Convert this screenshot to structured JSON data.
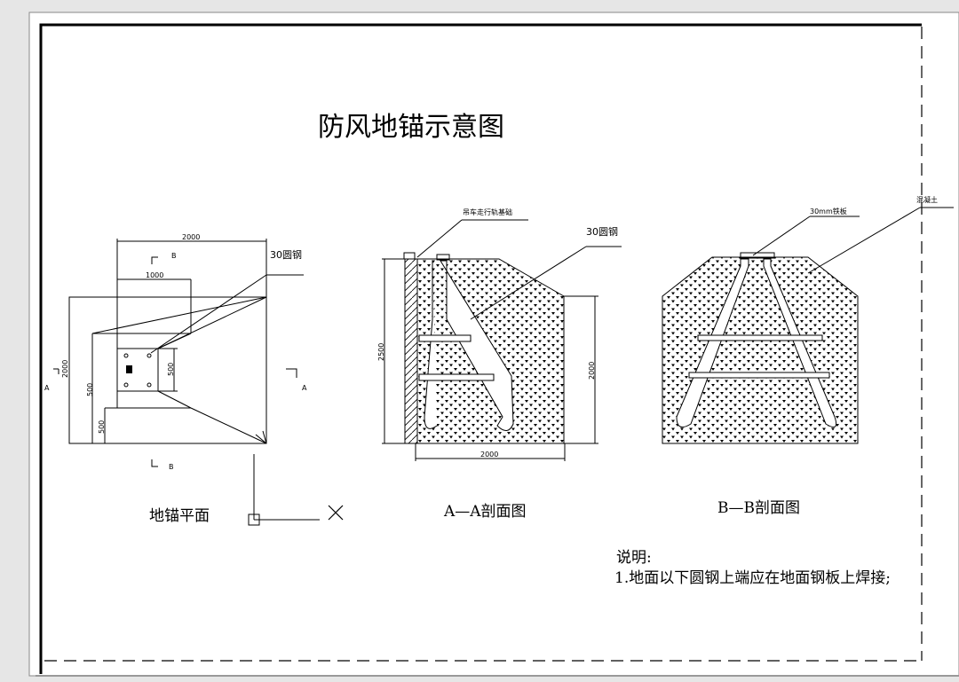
{
  "title": "防风地锚示意图",
  "plan": {
    "caption": "地锚平面",
    "dims": {
      "top_2000": "2000",
      "b_upper": "B",
      "b_lower": "B",
      "inner_1000": "1000",
      "left_2000": "2000",
      "left_500": "500",
      "left_500_low": "500",
      "inner_500": "500",
      "a_left": "A",
      "a_right": "A"
    },
    "callout": "30圆钢",
    "center_mark": "中"
  },
  "section_aa": {
    "caption": "A—A剖面图",
    "callout_base": "吊车走行轨基础",
    "callout_bar": "30圆钢",
    "dim_height_left": "2500",
    "dim_height_right": "2000",
    "dim_width": "2000"
  },
  "section_bb": {
    "caption": "B—B剖面图",
    "callout_plate": "30mm铁板",
    "callout_concrete": "混凝土"
  },
  "notes": {
    "heading": "说明:",
    "line1": "1.地面以下圆钢上端应在地面钢板上焊接;"
  }
}
